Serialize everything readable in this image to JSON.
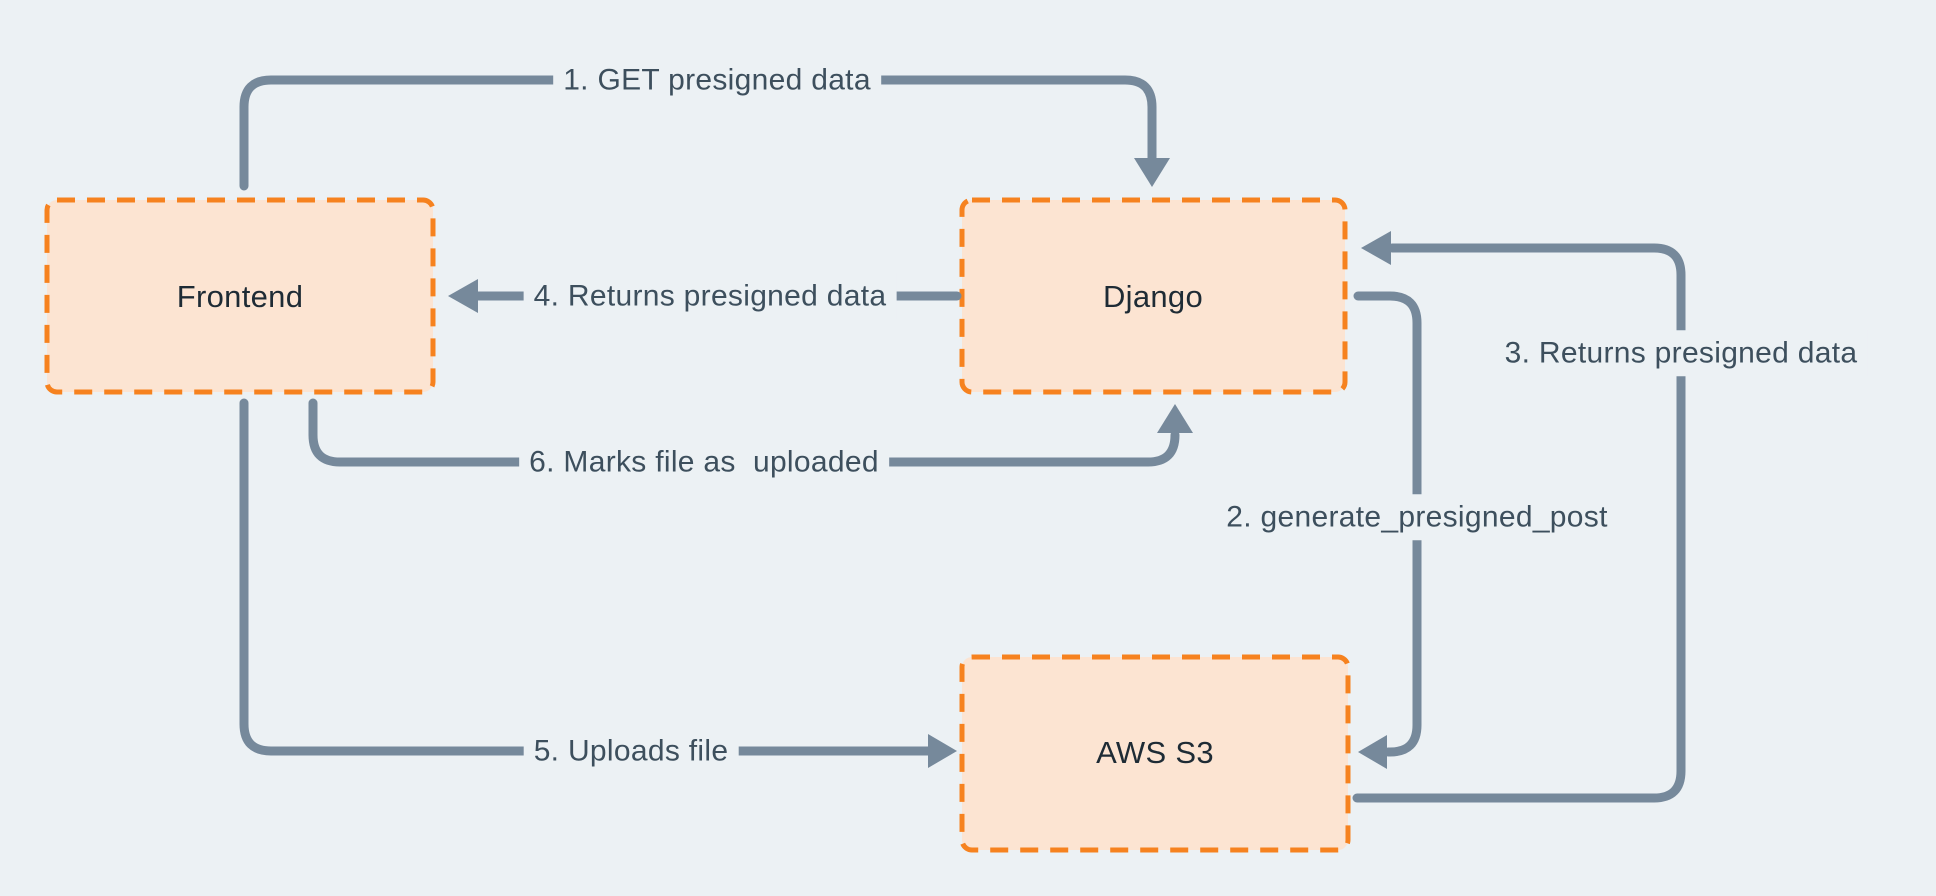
{
  "diagram": {
    "description": "Presigned S3 upload flow diagram",
    "colors": {
      "background": "#ECF1F4",
      "arrow_line": "#76899B",
      "edge_label_text": "#3D4F5D",
      "node_label_text": "#1E2B35",
      "node_fill": "#FCE4D2",
      "node_border": "#F6821F"
    },
    "nodes": [
      {
        "id": "frontend",
        "label": "Frontend"
      },
      {
        "id": "django",
        "label": "Django"
      },
      {
        "id": "aws-s3",
        "label": "AWS S3"
      }
    ],
    "edges": [
      {
        "num": "1",
        "label": "1. GET presigned data",
        "from": "Frontend",
        "to": "Django"
      },
      {
        "num": "2",
        "label": "2. generate_presigned_post",
        "from": "Django",
        "to": "AWS S3"
      },
      {
        "num": "3",
        "label": "3. Returns presigned data",
        "from": "AWS S3",
        "to": "Django"
      },
      {
        "num": "4",
        "label": "4. Returns presigned data",
        "from": "Django",
        "to": "Frontend"
      },
      {
        "num": "5",
        "label": "5. Uploads file",
        "from": "Frontend",
        "to": "AWS S3"
      },
      {
        "num": "6",
        "label": "6. Marks file as  uploaded",
        "from": "Frontend",
        "to": "Django"
      }
    ]
  }
}
